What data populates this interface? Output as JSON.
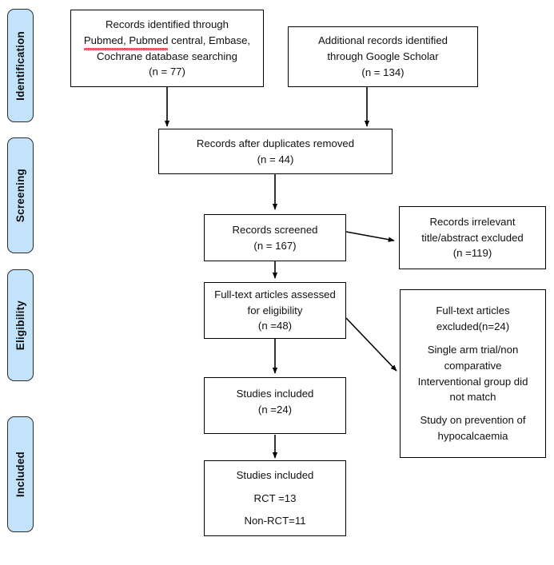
{
  "diagram": {
    "title": "PRISMA study selection flow diagram",
    "type": "flowchart",
    "colors": {
      "stage_fill": "#c3e3fa",
      "stage_border": "#2c2c2c",
      "node_border": "#000000",
      "node_fill": "#ffffff",
      "text": "#111111",
      "spellcheck_underline": "#e03030"
    }
  },
  "stages": [
    {
      "label": "Identification"
    },
    {
      "label": "Screening"
    },
    {
      "label": "Eligibility"
    },
    {
      "label": "Included"
    }
  ],
  "nodes": {
    "records_identified": {
      "line1": "Records identified through",
      "line2a": "Pubmed, Pubmed",
      "line2b": " central, Embase,",
      "line3": "Cochrane database searching",
      "count": "(n = 77)"
    },
    "additional_records": {
      "line1": "Additional records identified",
      "line2": "through Google Scholar",
      "count": "(n = 134)"
    },
    "duplicates_removed": {
      "line1": "Records after duplicates removed",
      "count": "(n = 44)"
    },
    "records_screened": {
      "line1": "Records screened",
      "count": "(n = 167)"
    },
    "records_excluded": {
      "line1": "Records irrelevant",
      "line2": "title/abstract excluded",
      "count": "(n =119)"
    },
    "fulltext_assessed": {
      "line1": "Full-text articles assessed",
      "line2": "for eligibility",
      "count": "(n =48)"
    },
    "fulltext_excluded": {
      "line1": "Full-text articles",
      "line2": "excluded(n=24)",
      "line3": "Single arm trial/non",
      "line4": "comparative",
      "line5": "Interventional group did",
      "line6": "not match",
      "line7": "Study on prevention of",
      "line8": "hypocalcaemia"
    },
    "studies_included": {
      "line1": "Studies included",
      "count": "(n =24)"
    },
    "studies_included_detail": {
      "line1": "Studies included",
      "line2": "RCT =13",
      "line3": "Non-RCT=11"
    }
  }
}
